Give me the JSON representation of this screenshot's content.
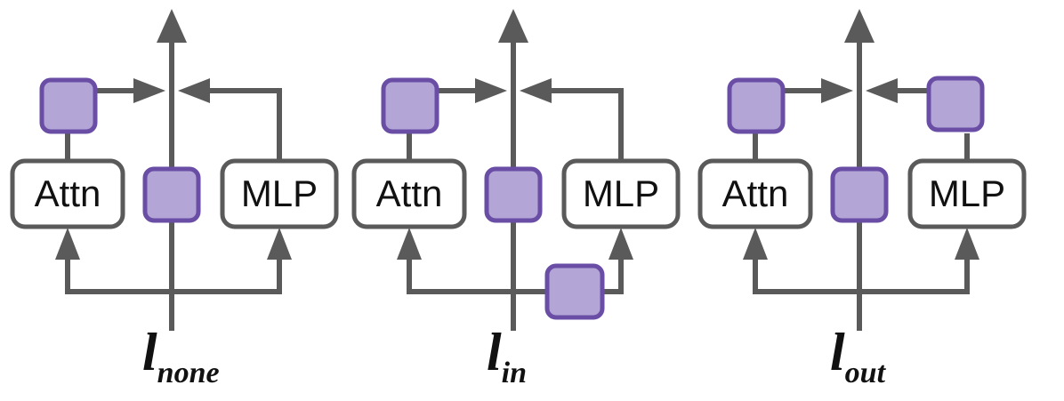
{
  "diagrams": [
    {
      "id": "none",
      "attn_label": "Attn",
      "mlp_label": "MLP",
      "caption_main": "l",
      "caption_sub": "none",
      "probe_positions": [
        "attn-out",
        "residual"
      ],
      "probe_color": "#b3a6d6",
      "probe_border": "#6a4ea6"
    },
    {
      "id": "in",
      "attn_label": "Attn",
      "mlp_label": "MLP",
      "caption_main": "l",
      "caption_sub": "in",
      "probe_positions": [
        "attn-out",
        "residual",
        "mlp-in"
      ],
      "probe_color": "#b3a6d6",
      "probe_border": "#6a4ea6"
    },
    {
      "id": "out",
      "attn_label": "Attn",
      "mlp_label": "MLP",
      "caption_main": "l",
      "caption_sub": "out",
      "probe_positions": [
        "attn-out",
        "residual",
        "mlp-out"
      ],
      "probe_color": "#b3a6d6",
      "probe_border": "#6a4ea6"
    }
  ],
  "line_color": "#5a5a5a"
}
